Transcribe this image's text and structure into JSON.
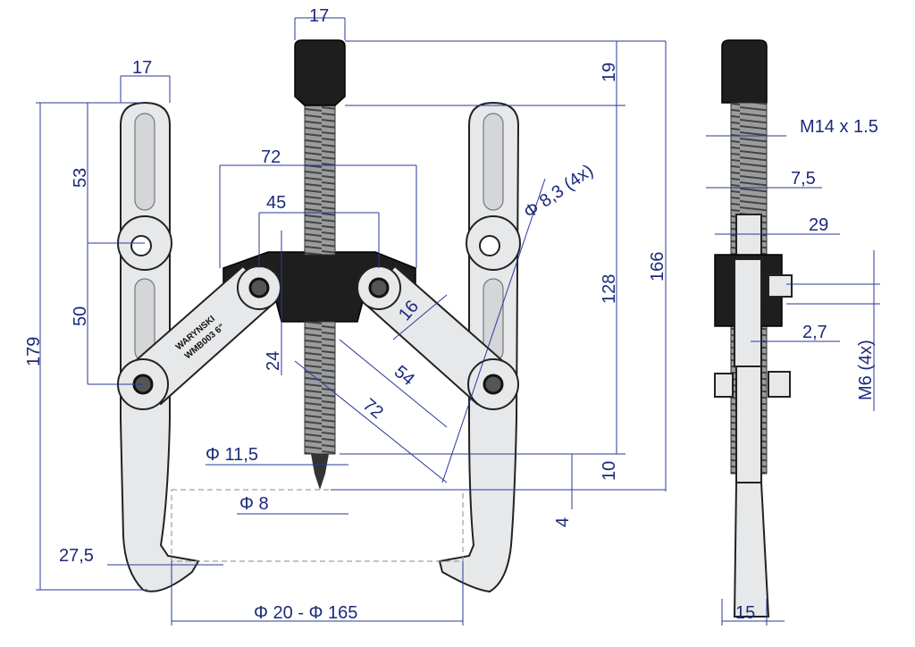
{
  "drawing": {
    "brand": "WARYNSKI",
    "model": "WMB003 6\"",
    "dimensions": {
      "screw_hex_width": "17",
      "hex_height": "19",
      "overall_height": "166",
      "jaw_width": "17",
      "upper_slot": "53",
      "lower_slot": "50",
      "jaw_height": "179",
      "arm_span_72": "72",
      "arm_span_45": "45",
      "hole_dia": "Φ 8,3 (4x)",
      "thread_length": "128",
      "offset_16": "16",
      "offset_24": "24",
      "arm_54": "54",
      "arm_72": "72",
      "tip_dia": "Φ 11,5",
      "point_dia": "Φ 8",
      "tip_10": "10",
      "tip_4": "4",
      "hook_depth": "27,5",
      "grip_range": "Φ 20 - Φ 165",
      "thread": "M14 x 1.5",
      "side_7_5": "7,5",
      "side_29": "29",
      "side_2_7": "2,7",
      "bolts": "M6 (4x)",
      "side_15": "15"
    }
  }
}
